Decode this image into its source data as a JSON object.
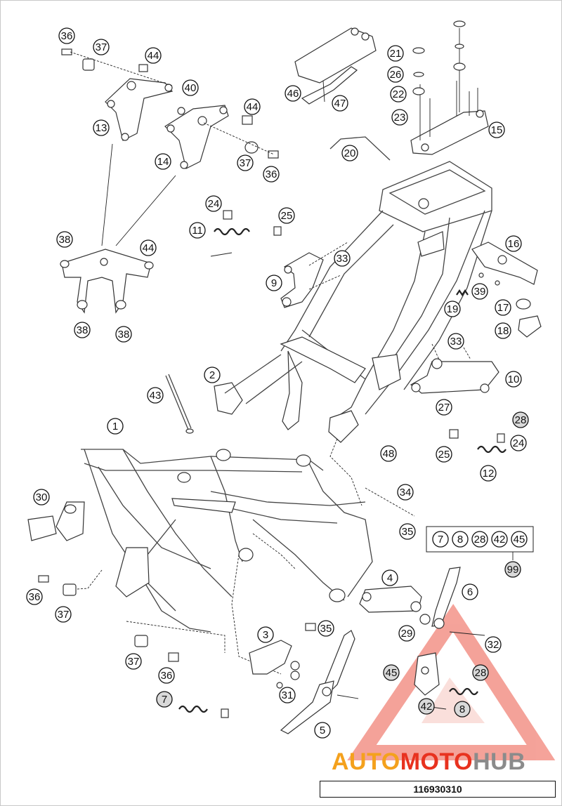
{
  "drawing_number": "116930310",
  "watermark": {
    "part1": "AUTO",
    "part2": "MOTO",
    "part3": "HUB",
    "colors": [
      "#f4a11d",
      "#e8321f",
      "#8b8b8b"
    ]
  },
  "callouts": {
    "c36a": "36",
    "c37a": "37",
    "c44a": "44",
    "c40": "40",
    "c13": "13",
    "c44b": "44",
    "c14": "14",
    "c37b": "37",
    "c36b": "36",
    "c46": "46",
    "c47": "47",
    "c21": "21",
    "c26": "26",
    "c22": "22",
    "c23": "23",
    "c15": "15",
    "c20": "20",
    "c38a": "38",
    "c44c": "44",
    "c38b": "38",
    "c38c": "38",
    "c24a": "24",
    "c25a": "25",
    "c11": "11",
    "c33a": "33",
    "c9": "9",
    "c16": "16",
    "c39": "39",
    "c19": "19",
    "c17": "17",
    "c18": "18",
    "c2": "2",
    "c33b": "33",
    "c10": "10",
    "c27": "27",
    "c28a": "28",
    "c24b": "24",
    "c25b": "25",
    "c12": "12",
    "c43": "43",
    "c1": "1",
    "c48": "48",
    "c34": "34",
    "c30": "30",
    "c35a": "35",
    "c99": "99",
    "c36c": "36",
    "c37c": "37",
    "c4": "4",
    "c6": "6",
    "c29": "29",
    "c32": "32",
    "c3": "3",
    "c35b": "35",
    "c37d": "37",
    "c36d": "36",
    "c45": "45",
    "c28b": "28",
    "c31": "31",
    "c42": "42",
    "c8": "8",
    "c7": "7",
    "c5": "5"
  },
  "kit": {
    "members": [
      "7",
      "8",
      "28",
      "42",
      "45"
    ],
    "label": "99"
  }
}
